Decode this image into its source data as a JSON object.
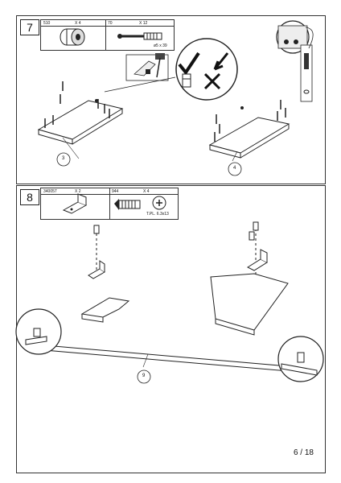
{
  "page": {
    "number": "6 / 18"
  },
  "step7": {
    "number": "7",
    "parts": [
      {
        "code": "510",
        "qty": "X  4",
        "icon": "cam-lock-icon"
      },
      {
        "code": "70",
        "qty": "X  12",
        "icon": "dowel-screw-icon",
        "note": "ø5 x 39"
      }
    ],
    "callouts": [
      "3",
      "4"
    ]
  },
  "step8": {
    "number": "8",
    "parts": [
      {
        "code": "340057",
        "qty": "X  2",
        "icon": "corner-bracket-icon"
      },
      {
        "code": "944",
        "qty": "X  4",
        "icon": "screw-icon",
        "note": "T.PL. 6.3x13"
      }
    ],
    "callouts": [
      "9"
    ]
  }
}
